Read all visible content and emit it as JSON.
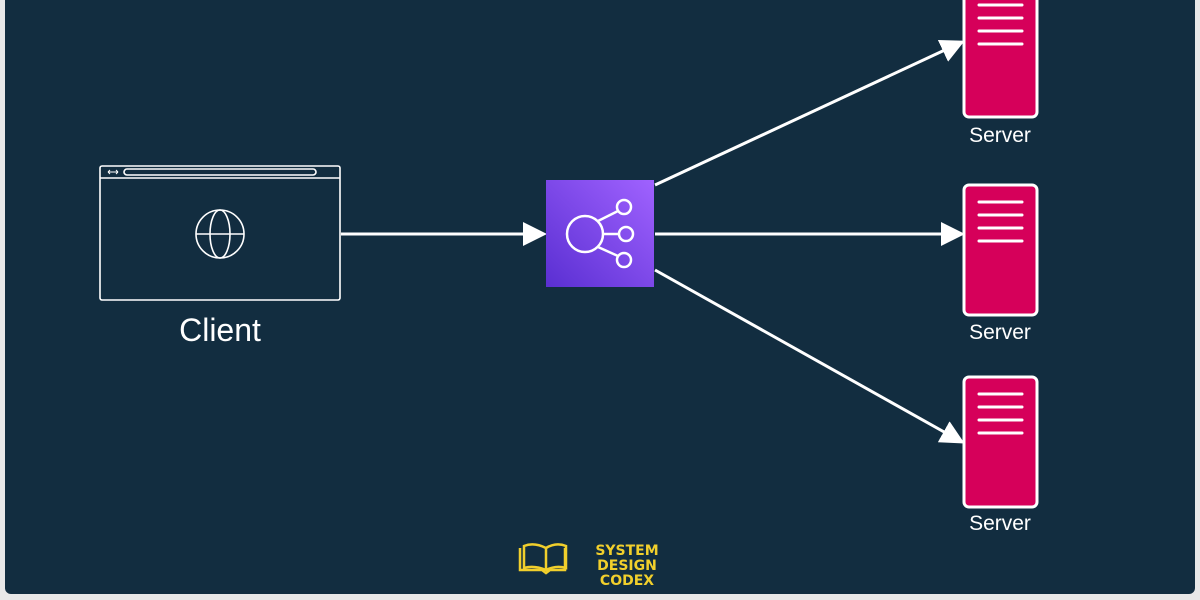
{
  "client": {
    "label": "Client",
    "icon": "browser-window-globe-icon"
  },
  "load_balancer": {
    "icon": "load-balancer-icon",
    "colors": [
      "#9d5cff",
      "#5b2fd3"
    ]
  },
  "servers": [
    {
      "label": "Server"
    },
    {
      "label": "Server"
    },
    {
      "label": "Server"
    }
  ],
  "server_color": "#d6005a",
  "background_color": "#122d40",
  "logo": {
    "text_line1": "SYSTEM DESIGN",
    "text_line2": "CODEX",
    "color": "#f1cf2c"
  }
}
